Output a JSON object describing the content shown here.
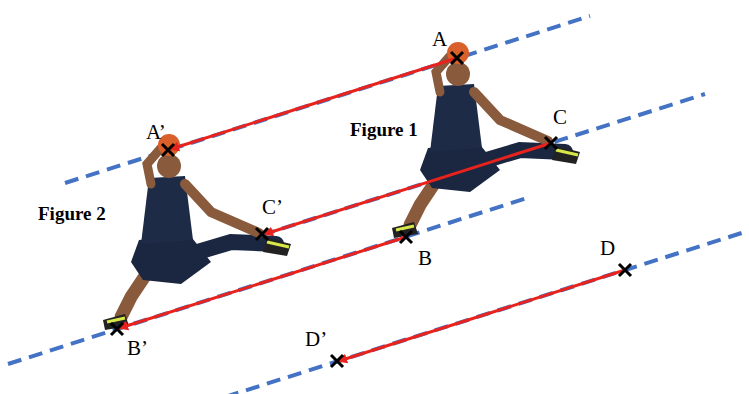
{
  "diagram": {
    "labels": [
      "A",
      "A’",
      "C",
      "C’",
      "B",
      "B’",
      "D",
      "D’",
      "Figure 1",
      "Figure 2"
    ]
  }
}
